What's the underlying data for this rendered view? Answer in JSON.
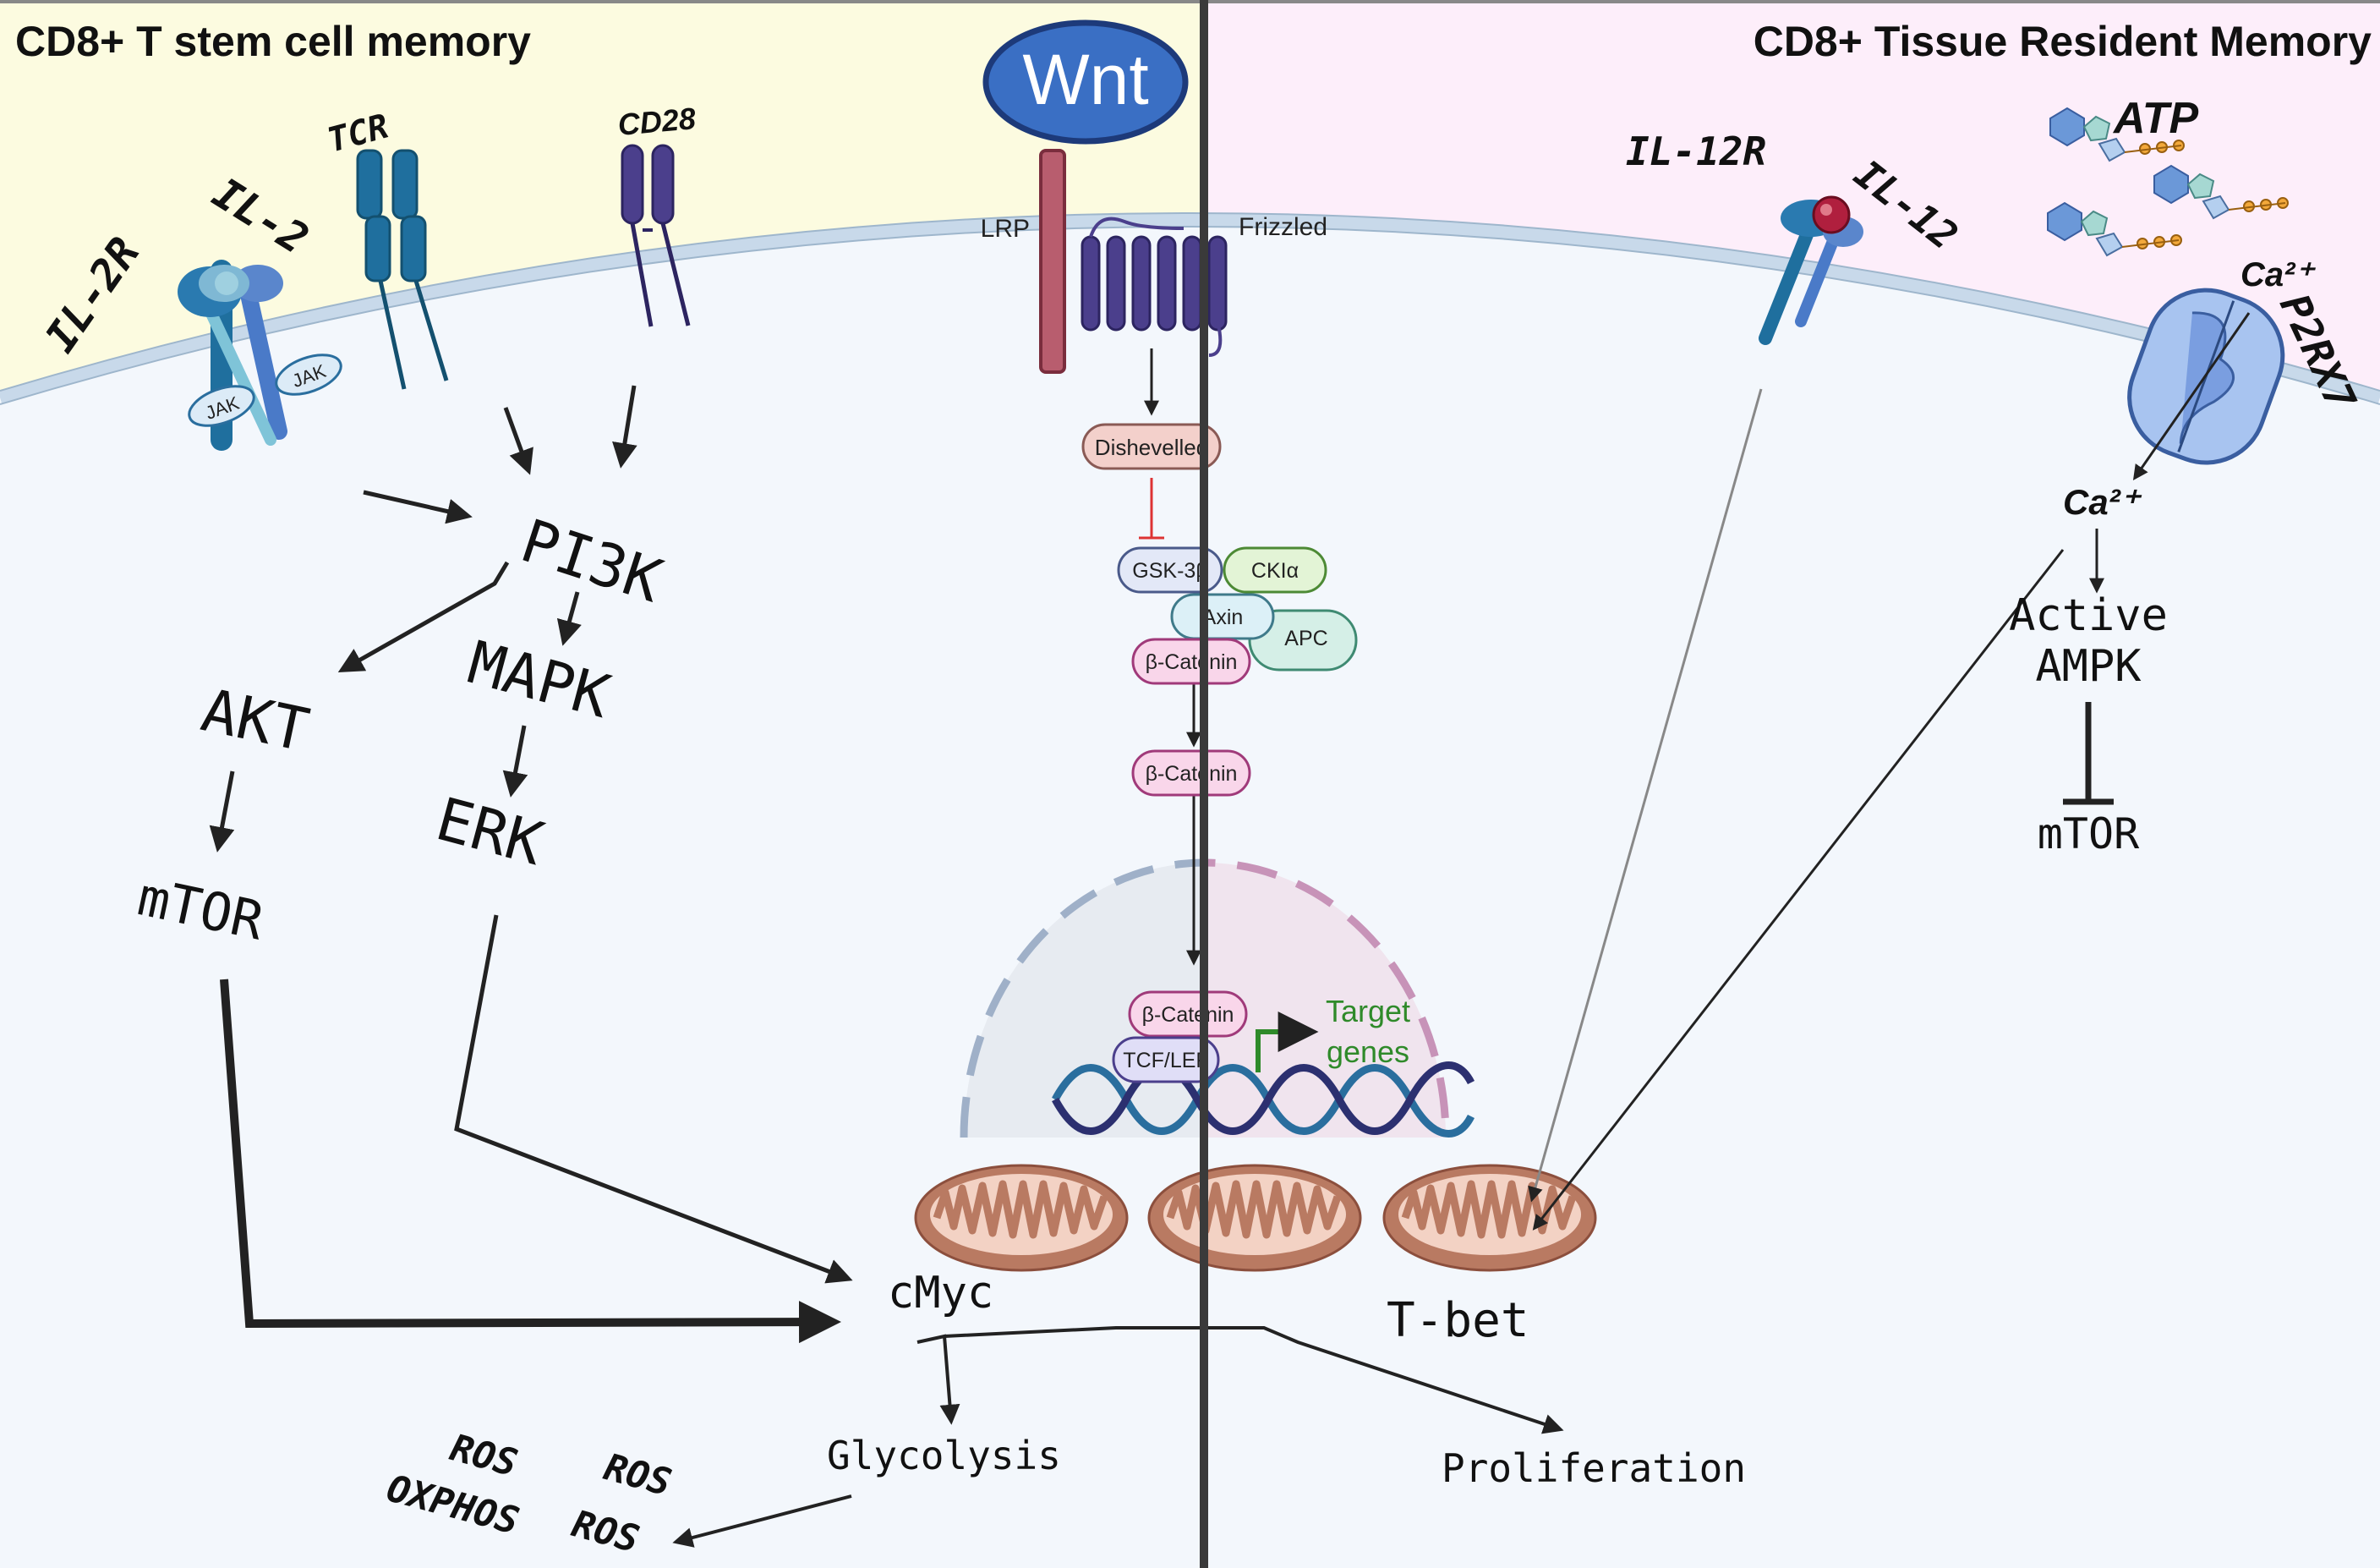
{
  "panels": {
    "left_title": "CD8+ T stem cell memory",
    "right_title": "CD8+ Tissue Resident Memory"
  },
  "receptors": {
    "il2r": "IL-2R",
    "il2": "IL-2",
    "tcr": "TCR",
    "cd28": "CD28",
    "jak": "JAK",
    "wnt": "Wnt",
    "lrp": "LRP",
    "frizzled": "Frizzled",
    "il12r": "IL-12R",
    "il12": "IL-12",
    "atp": "ATP",
    "p2rx7": "P2RX7",
    "ca_out": "Ca²⁺",
    "ca_in": "Ca²⁺"
  },
  "nodes": {
    "pi3k": "PI3K",
    "akt": "AKT",
    "mapk": "MAPK",
    "erk": "ERK",
    "mtor_left": "mTOR",
    "cmyc": "cMyc",
    "glycolysis": "Glycolysis",
    "proliferation": "Proliferation",
    "tbet": "T-bet",
    "active": "Active",
    "ampk": "AMPK",
    "mtor_right": "mTOR"
  },
  "wnt_pathway": {
    "dishevelled": "Dishevelled",
    "gsk3b": "GSK-3β",
    "ck1a": "CKIα",
    "axin": "Axin",
    "apc": "APC",
    "bcat1": "β-Catenin",
    "bcat2": "β-Catenin",
    "bcat3": "β-Catenin",
    "tcf_lef": "TCF/LEF",
    "target_line1": "Target",
    "target_line2": "genes"
  },
  "ros": {
    "ros1": "ROS",
    "ros2": "ROS",
    "ros3": "ROS",
    "oxphos": "OXPHOS"
  },
  "colors": {
    "left_bg": "#fcfbe0",
    "right_bg": "#fdeefa",
    "cytoplasm": "#f3f7fc",
    "membrane": "#c8d9ea",
    "divider": "#3a3a3a",
    "wnt_blue": "#3a6fc4",
    "lrp_red": "#b85d6e",
    "frizzled_purple": "#4b3f8c",
    "mito": "#b97a62",
    "green": "#2f8a2a"
  }
}
